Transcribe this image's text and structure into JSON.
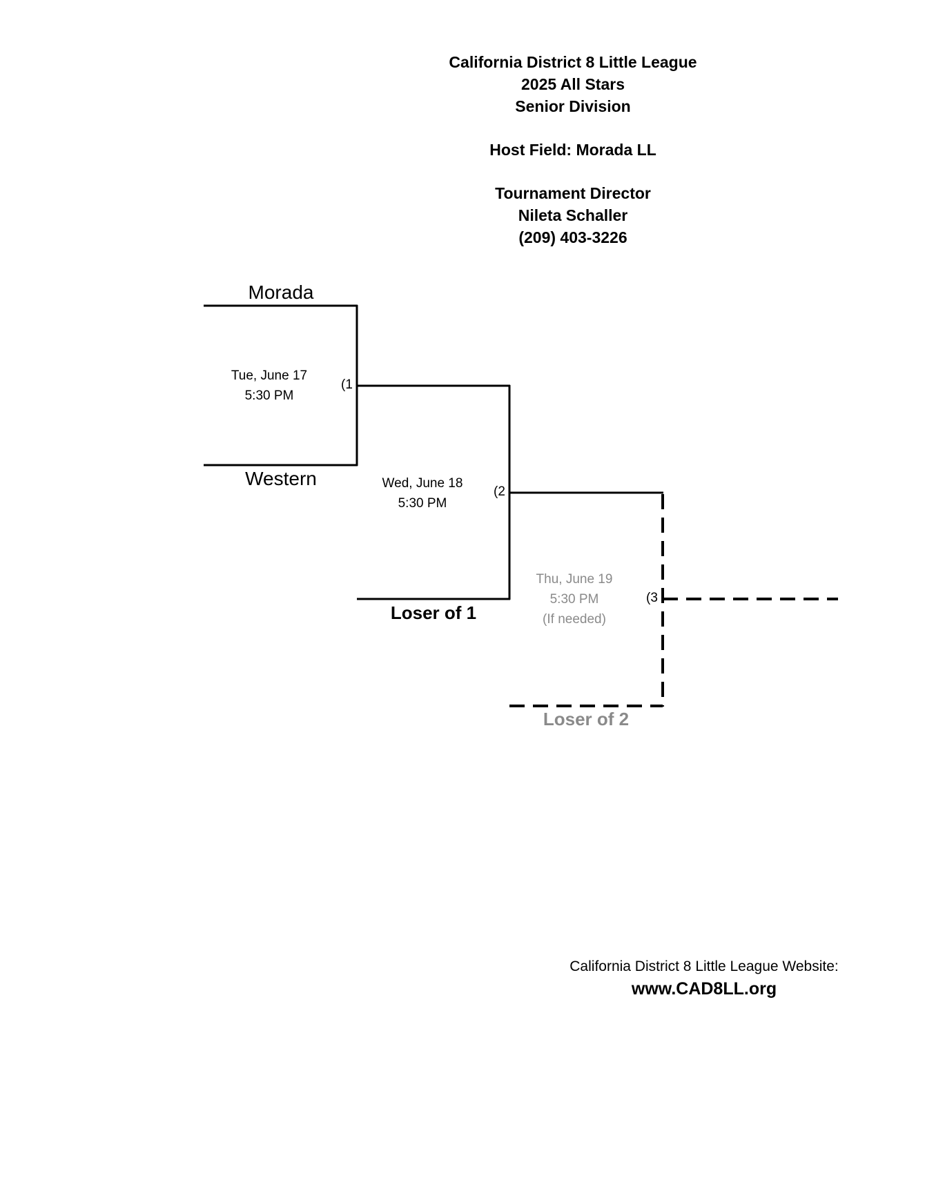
{
  "header": {
    "league": "California District 8 Little League",
    "event": "2025 All Stars",
    "division": "Senior Division",
    "host_field": "Host Field:  Morada LL",
    "director_label": "Tournament Director",
    "director_name": "Nileta Schaller",
    "director_phone": "(209) 403-3226"
  },
  "bracket": {
    "teams": {
      "team_top": "Morada",
      "team_bottom": "Western",
      "loser_game1": "Loser of 1",
      "loser_game2": "Loser of 2"
    },
    "games": [
      {
        "number": "(1",
        "date": "Tue, June 17",
        "time": "5:30 PM"
      },
      {
        "number": "(2",
        "date": "Wed, June 18",
        "time": "5:30 PM"
      },
      {
        "number": "(3",
        "date": "Thu, June 19",
        "time": "5:30 PM",
        "note": "(If needed)"
      }
    ]
  },
  "footer": {
    "website_label": "California District 8 Little League Website:",
    "website_url": "www.CAD8LL.org"
  },
  "colors": {
    "text": "#000000",
    "conditional_gray": "#8a8a8a"
  }
}
